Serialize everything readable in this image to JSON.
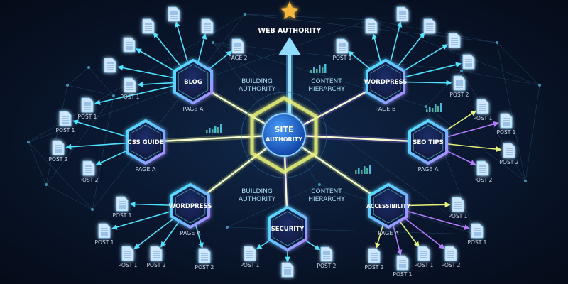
{
  "title": "WEB AUTHORITY",
  "center": {
    "line1": "SITE",
    "line2": "AUTHORITY"
  },
  "annotations": [
    "BUILDING AUTHORITY",
    "CONTENT HIERARCHY",
    "BUILDING AUTHORITY",
    "CONTENT HIERARCHY"
  ],
  "hubs": [
    {
      "label": "BLOG",
      "sublabel": "PAGE A"
    },
    {
      "label": "WORDPRESS",
      "sublabel": "PAGE B"
    },
    {
      "label": "CSS GUIDE",
      "sublabel": "PAGE A"
    },
    {
      "label": "SEO TIPS",
      "sublabel": "PAGE A"
    },
    {
      "label": "WORDPRESS",
      "sublabel": "PAGE A"
    },
    {
      "label": "SECURITY",
      "sublabel": ""
    },
    {
      "label": "ACCESSIBILITY",
      "sublabel": "PAGE A"
    }
  ],
  "documents": [
    {
      "label": ""
    },
    {
      "label": ""
    },
    {
      "label": ""
    },
    {
      "label": ""
    },
    {
      "label": "PAGE 2"
    },
    {
      "label": ""
    },
    {
      "label": "POST 1"
    },
    {
      "label": "POST 1"
    },
    {
      "label": "POST 1"
    },
    {
      "label": ""
    },
    {
      "label": ""
    },
    {
      "label": ""
    },
    {
      "label": "POST 1"
    },
    {
      "label": ""
    },
    {
      "label": ""
    },
    {
      "label": "POST 2"
    },
    {
      "label": "POST 1"
    },
    {
      "label": "POST 1"
    },
    {
      "label": "POST 2"
    },
    {
      "label": "POST 2"
    },
    {
      "label": "POST 1"
    },
    {
      "label": "POST 1"
    },
    {
      "label": "POST 1"
    },
    {
      "label": "POST 2"
    },
    {
      "label": "POST 2"
    },
    {
      "label": "POST 1"
    },
    {
      "label": ""
    },
    {
      "label": "POST 2"
    },
    {
      "label": "POST 2"
    },
    {
      "label": "POST 1"
    },
    {
      "label": "POST 1"
    },
    {
      "label": "POST 2"
    },
    {
      "label": "POST 1"
    },
    {
      "label": "POST 1"
    },
    {
      "label": "POST 2"
    },
    {
      "label": "POST 2"
    }
  ],
  "colors": {
    "cyan": "#4fe3ff",
    "purple": "#b57bff",
    "yellow": "#e8f27a",
    "center": "#1f6fe0",
    "star": "#f5b73a",
    "doc": "#cfe6ff"
  }
}
